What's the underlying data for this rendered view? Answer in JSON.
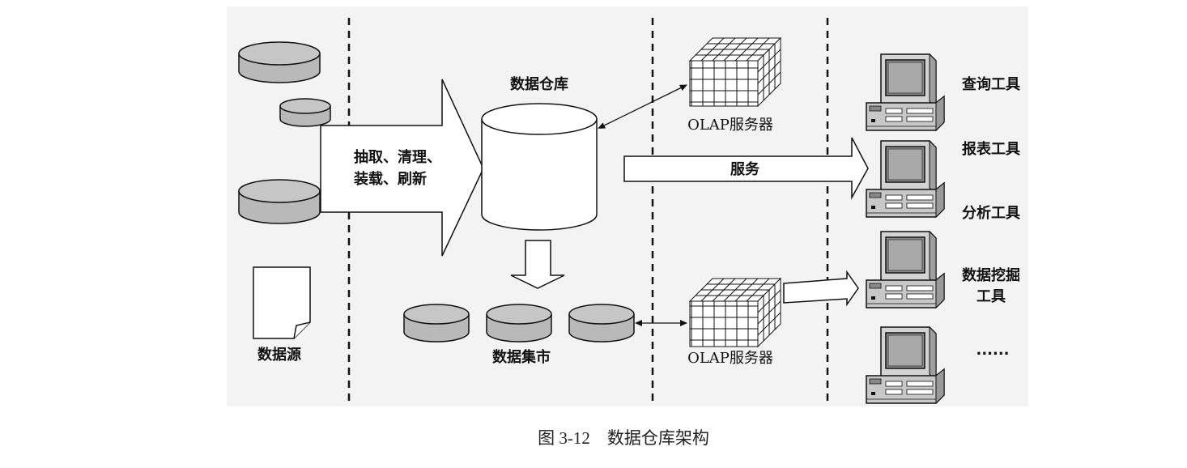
{
  "diagram": {
    "sources": {
      "label": "数据源"
    },
    "etl": {
      "line1": "抽取、清理、",
      "line2": "装载、刷新"
    },
    "warehouse": {
      "label": "数据仓库"
    },
    "datamart": {
      "label": "数据集市"
    },
    "olap_top": {
      "label": "OLAP服务器"
    },
    "olap_bottom": {
      "label": "OLAP服务器"
    },
    "service": {
      "label": "服务"
    },
    "tools": [
      {
        "label": "查询工具"
      },
      {
        "label": "报表工具"
      },
      {
        "label": "分析工具"
      },
      {
        "label": "数据挖掘",
        "label2": "工具"
      },
      {
        "label": "......"
      }
    ]
  },
  "caption": "图 3-12　数据仓库架构",
  "colors": {
    "disk_fill": "#b9b9b9",
    "stroke": "#111111",
    "panel": "#f2f2f2"
  }
}
